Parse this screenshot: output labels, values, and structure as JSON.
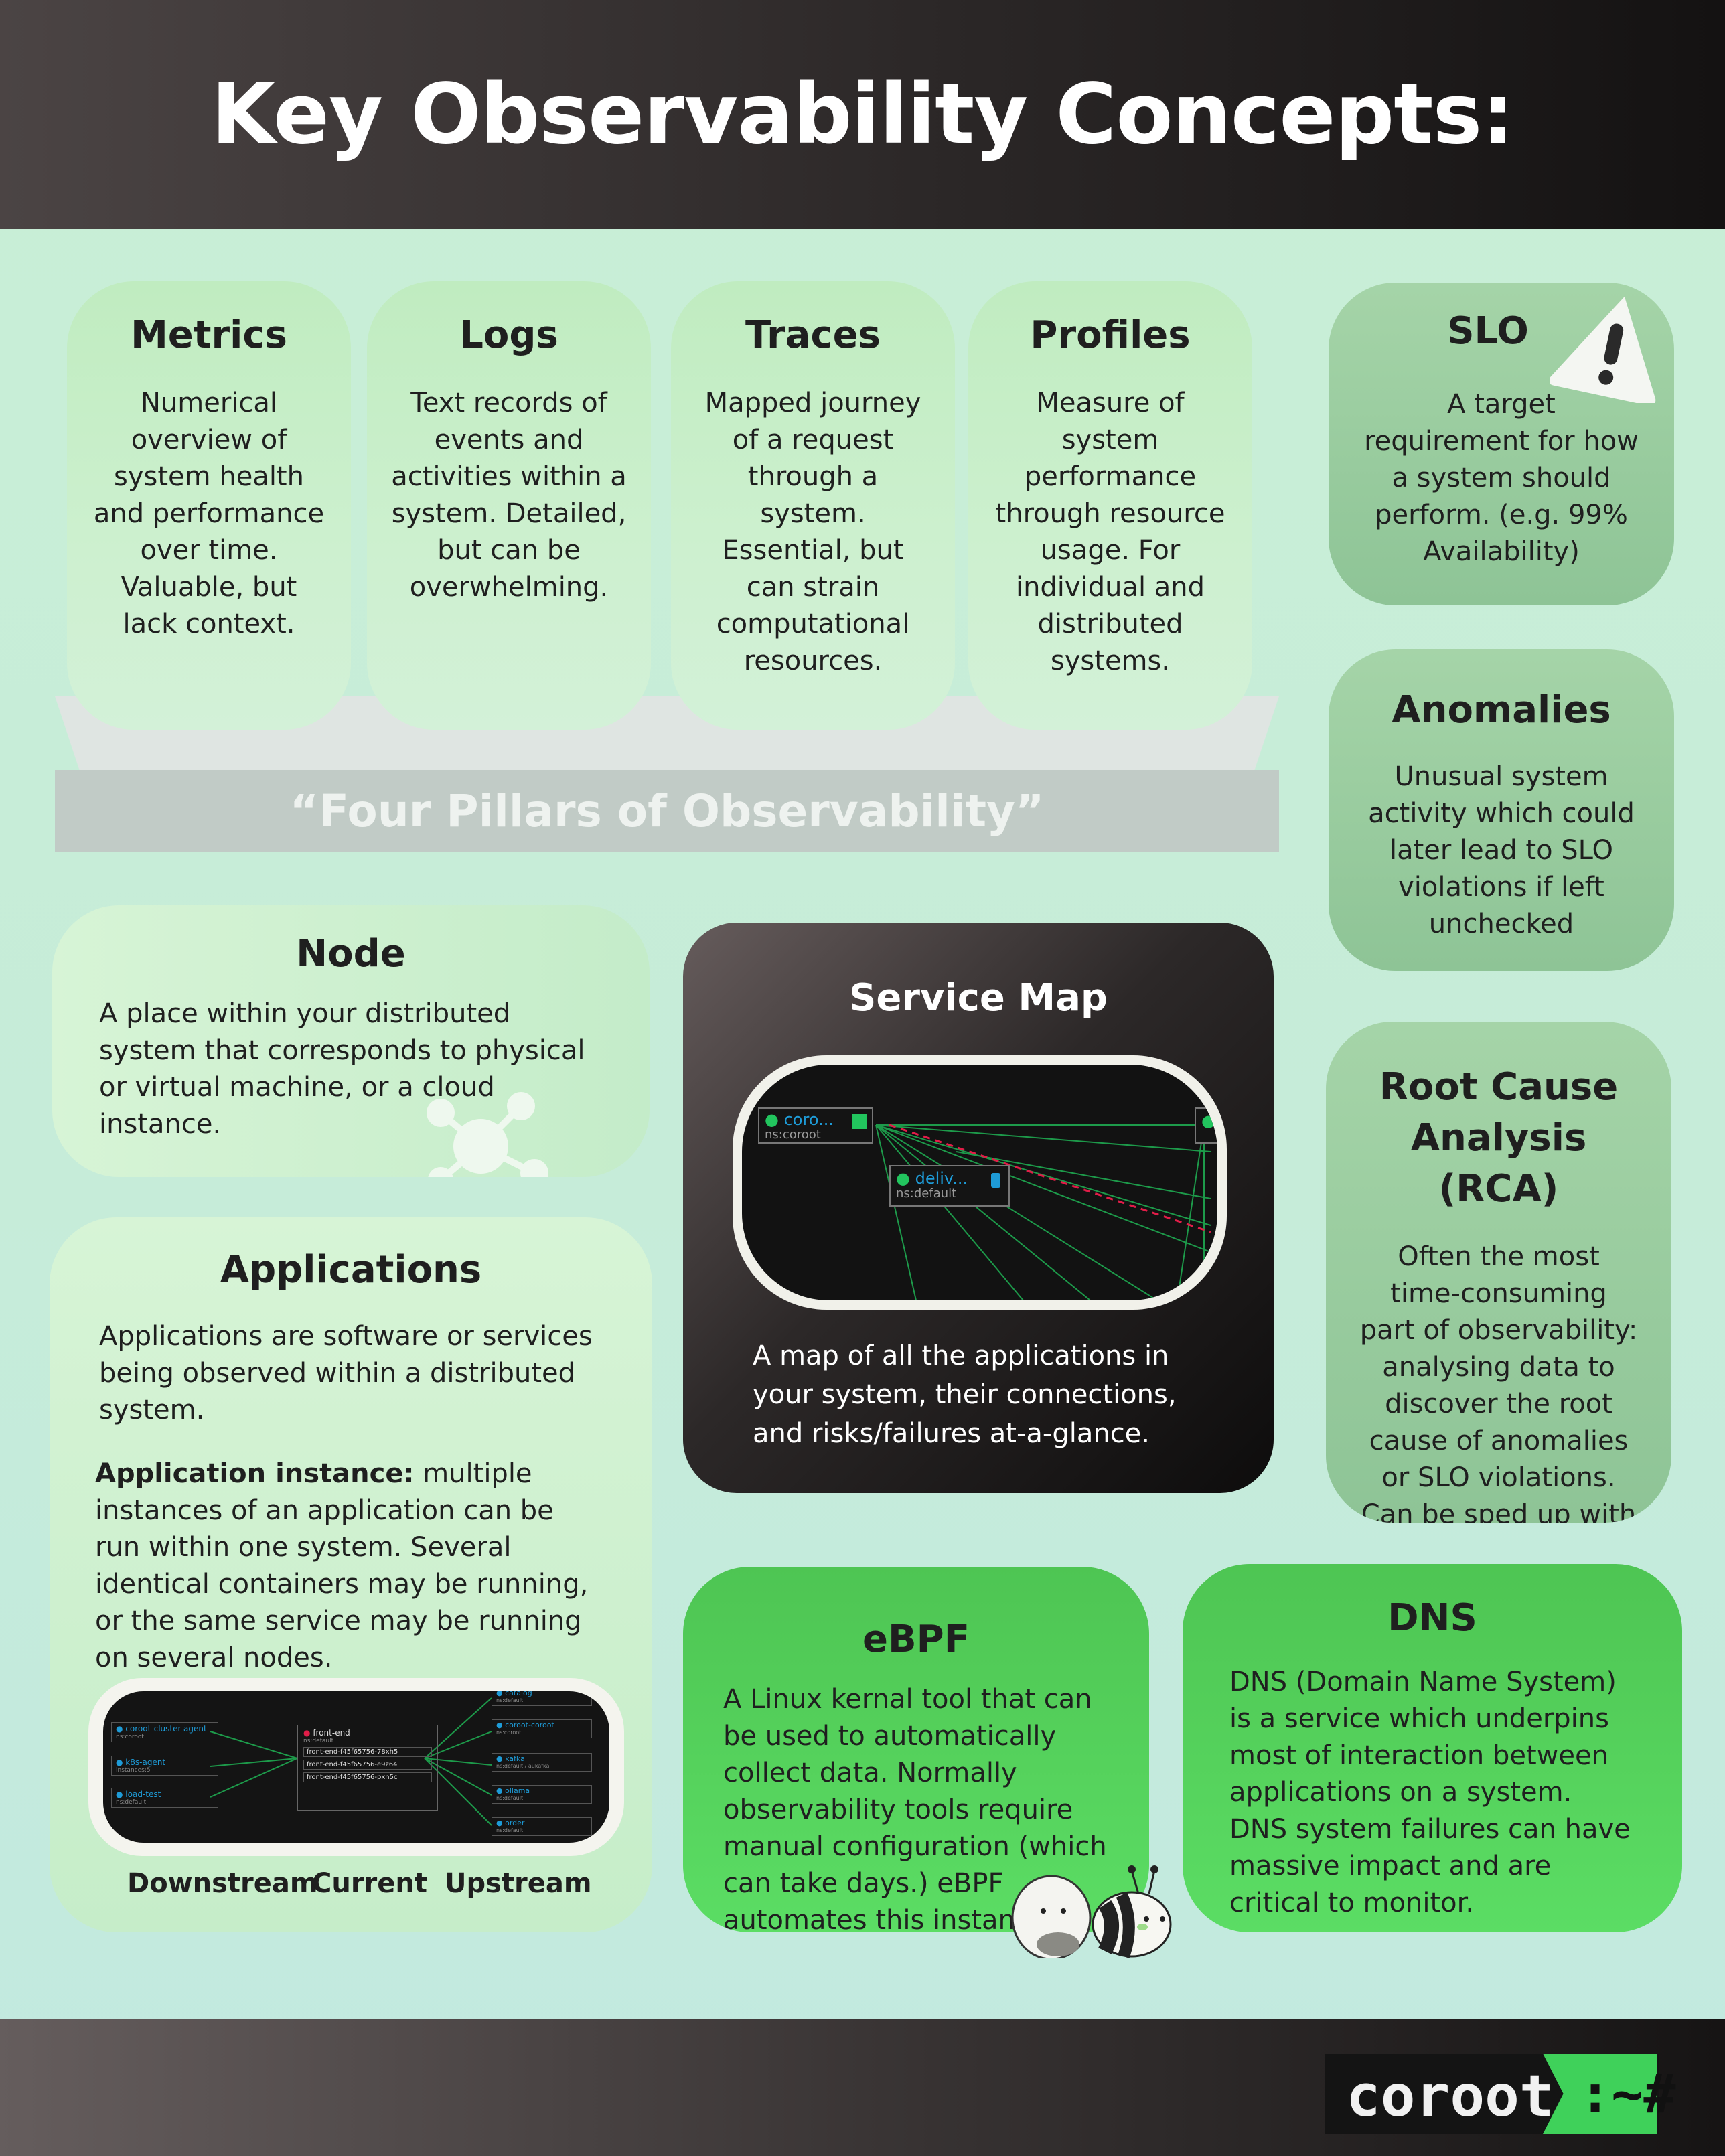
{
  "header": {
    "title": "Key Observability Concepts:"
  },
  "pillars": [
    {
      "title": "Metrics",
      "text": "Numerical overview of system health and performance over time. Valuable, but lack context."
    },
    {
      "title": "Logs",
      "text": "Text records of events and activities within a system. Detailed, but can be overwhelming."
    },
    {
      "title": "Traces",
      "text": "Mapped journey of a request through a system. Essential, but can strain computational resources."
    },
    {
      "title": "Profiles",
      "text": "Measure of system performance through resource usage. For individual and distributed systems."
    }
  ],
  "platform_label": "“Four Pillars of Observability”",
  "side": [
    {
      "title": "SLO",
      "text": "A target requirement for how a system should perform. (e.g. 99% Availability)"
    },
    {
      "title": "Anomalies",
      "text": "Unusual system activity which could later lead to SLO violations if left unchecked"
    },
    {
      "title": "Root Cause Analysis (RCA)",
      "text": "Often the most time-consuming part of observability: analysing data to discover the root cause of anomalies or SLO violations. Can be sped up with AI tools."
    }
  ],
  "node": {
    "title": "Node",
    "text": "A place within your distributed system that corresponds to physical or virtual machine, or a cloud instance."
  },
  "applications": {
    "title": "Applications",
    "text": "Applications are software or services being observed within a distributed system.",
    "instance_label": "Application instance:",
    "instance_text": " multiple instances of an application can be run within one system. Several identical containers may be running, or the same service may be running on several nodes.",
    "flow": [
      "Downstream",
      "Current",
      "Upstream"
    ],
    "diagram": {
      "downstream": [
        {
          "name": "coroot-cluster-agent",
          "ns": "ns:coroot"
        },
        {
          "name": "k8s-agent",
          "ns": "instances:5"
        },
        {
          "name": "load-test",
          "ns": "ns:default"
        }
      ],
      "current": {
        "name": "front-end",
        "ns": "ns:default",
        "instances": [
          "front-end-f45f65756-78xh5",
          "front-end-f45f65756-e9z64",
          "front-end-f45f65756-pxn5c"
        ]
      },
      "upstream": [
        {
          "name": "catalog",
          "ns": "ns:default"
        },
        {
          "name": "coroot-coroot",
          "ns": "ns:coroot"
        },
        {
          "name": "kafka",
          "ns": "ns:default / aukafka"
        },
        {
          "name": "ollama",
          "ns": "ns:default"
        },
        {
          "name": "order",
          "ns": "ns:default"
        }
      ]
    }
  },
  "service_map": {
    "title": "Service Map",
    "text": "A map of all the applications in your system, their connections, and risks/failures at-a-glance.",
    "nodes": [
      {
        "name": "coro...",
        "ns": "ns:coroot"
      },
      {
        "name": "deliv...",
        "ns": "ns:default"
      }
    ]
  },
  "ebpf": {
    "title": "eBPF",
    "text": "A Linux kernal tool that can be used to automatically collect data. Normally observability tools require manual configuration (which can take days.) eBPF automates this instantly."
  },
  "dns": {
    "title": "DNS",
    "text": "DNS (Domain Name System) is a service which underpins most of interaction between applications on a system. DNS system failures can have massive impact and are critical to monitor."
  },
  "logo": {
    "text": "coroot",
    "prompt": ":~#"
  },
  "colors": {
    "accent_green": "#3fd15a",
    "status_ok": "#22c55e",
    "status_error": "#e11d48",
    "link_blue": "#1e9bd7"
  }
}
